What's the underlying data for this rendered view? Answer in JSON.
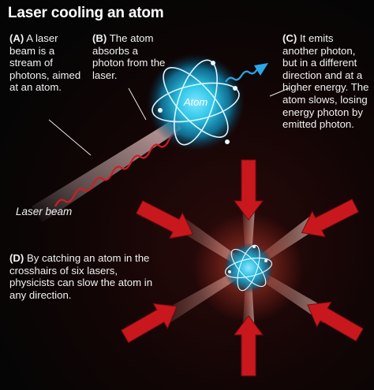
{
  "title": "Laser cooling an atom",
  "notes": {
    "a": {
      "tag": "(A)",
      "text": " A laser beam is a stream of photons, aimed at an atom."
    },
    "b": {
      "tag": "(B)",
      "text": " The atom absorbs a photon from the laser."
    },
    "c": {
      "tag": "(C)",
      "text": " It emits another photon, but in a different direction and at a higher energy. The atom slows, losing energy photon by emitted photon."
    },
    "d": {
      "tag": "(D)",
      "text": " By catching an atom in the crosshairs of six lasers, physicists can slow the atom in any direction."
    }
  },
  "labels": {
    "laser_beam": "Laser beam",
    "atom": "Atom"
  },
  "colors": {
    "background": "#060606",
    "laser_red": "#c8181e",
    "atom_glow": "#2fc6e8",
    "emitted_photon": "#2aa7e8",
    "text": "#ffffff"
  },
  "icons": {
    "atom": "atom-icon",
    "absorbed_photon": "wavy-red-arrow",
    "emitted_photon": "wavy-blue-arrow",
    "laser": "red-block-arrow"
  }
}
